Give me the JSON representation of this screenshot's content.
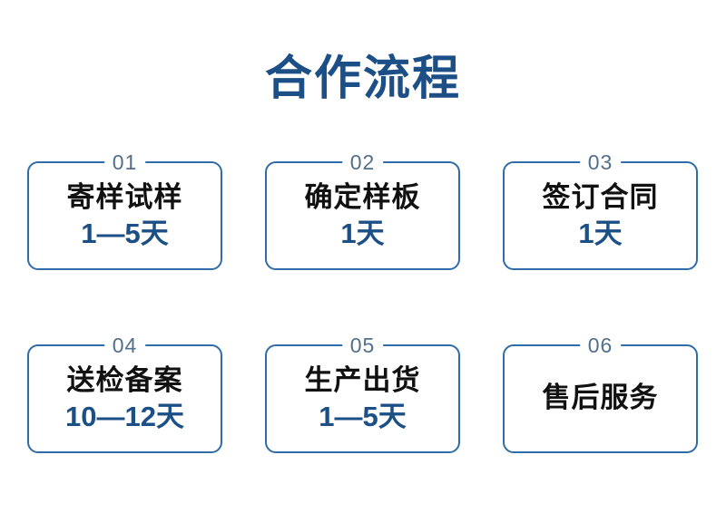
{
  "header": {
    "title": "合作流程"
  },
  "colors": {
    "accent": "#1c4f86",
    "border": "#2f6ca8",
    "number": "#52708c",
    "label": "#111111"
  },
  "steps": [
    {
      "number": "01",
      "label": "寄样试样",
      "duration": "1—5天"
    },
    {
      "number": "02",
      "label": "确定样板",
      "duration": "1天"
    },
    {
      "number": "03",
      "label": "签订合同",
      "duration": "1天"
    },
    {
      "number": "04",
      "label": "送检备案",
      "duration": "10—12天"
    },
    {
      "number": "05",
      "label": "生产出货",
      "duration": "1—5天"
    },
    {
      "number": "06",
      "label": "售后服务",
      "duration": ""
    }
  ]
}
